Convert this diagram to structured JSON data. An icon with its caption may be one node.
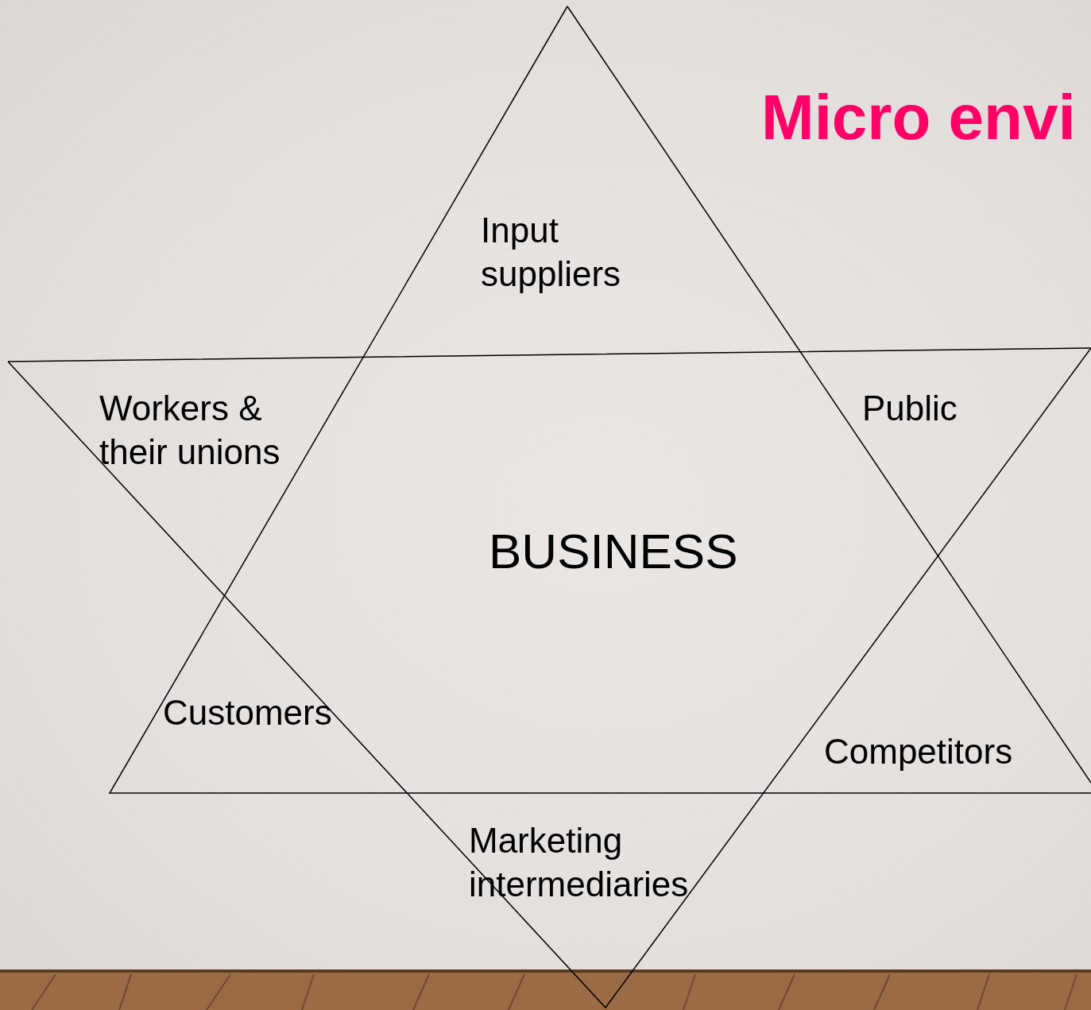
{
  "diagram": {
    "title": "Micro envi",
    "labels": [
      "Input suppliers",
      "Workers & their unions",
      "Public",
      "BUSINESS",
      "Customers",
      "Competitors",
      "Marketing intermediaries"
    ]
  }
}
